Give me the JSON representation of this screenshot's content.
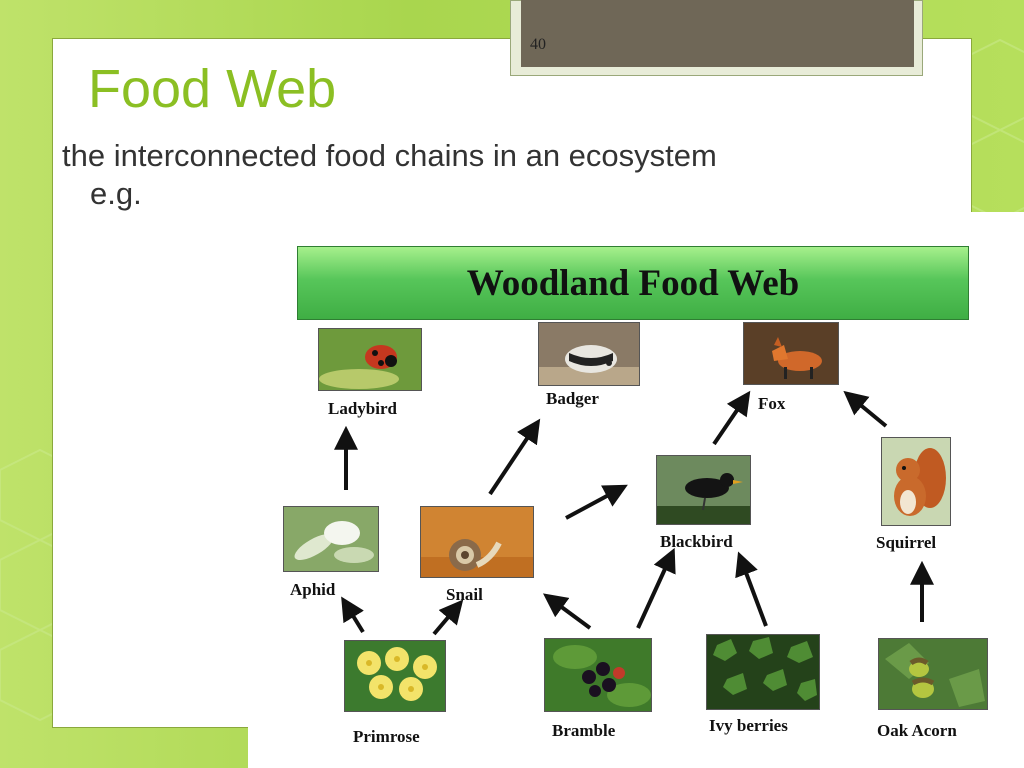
{
  "slide": {
    "number": "40",
    "title": "Food Web",
    "body_line1": "the interconnected food chains in an ecosystem",
    "body_line2": "e.g."
  },
  "diagram": {
    "banner": "Woodland  Food Web",
    "nodes": {
      "ladybird": "Ladybird",
      "badger": "Badger",
      "fox": "Fox",
      "aphid": "Aphid",
      "snail": "Snail",
      "blackbird": "Blackbird",
      "squirrel": "Squirrel",
      "primrose": "Primrose",
      "bramble": "Bramble",
      "ivy": "Ivy berries",
      "acorn": "Oak Acorn"
    },
    "arrows": [
      [
        "aphid",
        "ladybird"
      ],
      [
        "primrose",
        "aphid"
      ],
      [
        "primrose",
        "snail"
      ],
      [
        "snail",
        "badger"
      ],
      [
        "snail",
        "blackbird"
      ],
      [
        "bramble",
        "snail"
      ],
      [
        "bramble",
        "blackbird"
      ],
      [
        "ivy",
        "blackbird"
      ],
      [
        "blackbird",
        "fox"
      ],
      [
        "squirrel",
        "fox"
      ],
      [
        "acorn",
        "squirrel"
      ]
    ]
  },
  "colors": {
    "title": "#8bbf23",
    "banner": "#57c65a"
  }
}
